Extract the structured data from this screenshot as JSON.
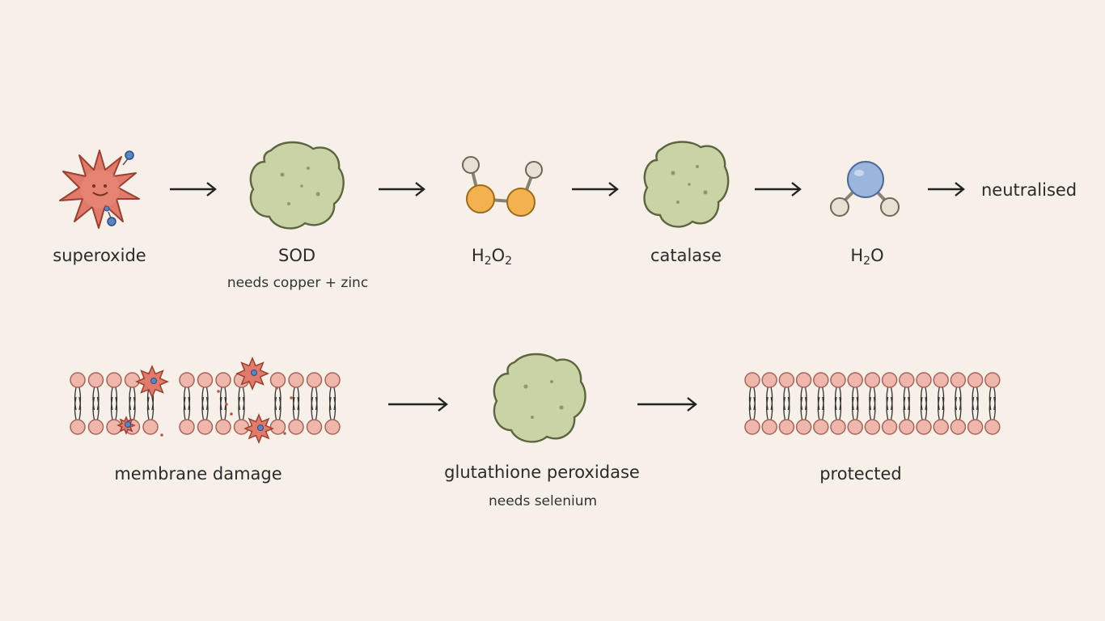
{
  "row1": {
    "superoxide": {
      "label": "superoxide"
    },
    "sod": {
      "label": "SOD",
      "note": "needs copper + zinc"
    },
    "h2o2": {
      "main": "H",
      "sub1": "2",
      "mid": "O",
      "sub2": "2"
    },
    "catalase": {
      "label": "catalase"
    },
    "h2o": {
      "main": "H",
      "sub1": "2",
      "end": "O"
    },
    "neutralised": {
      "label": "neutralised"
    }
  },
  "row2": {
    "membrane_damage": {
      "label": "membrane damage"
    },
    "gpx": {
      "label": "glutathione peroxidase",
      "note": "needs selenium"
    },
    "protected": {
      "label": "protected"
    }
  },
  "colors": {
    "background": "#f6f0e8",
    "radical": "#e07a6a",
    "enzyme": "#c9d3a6",
    "sulfur": "#f2b24f",
    "oxygen": "#9bb6dd",
    "hydrogen": "#e7e1d4",
    "lipid_head": "#efb7ac"
  }
}
